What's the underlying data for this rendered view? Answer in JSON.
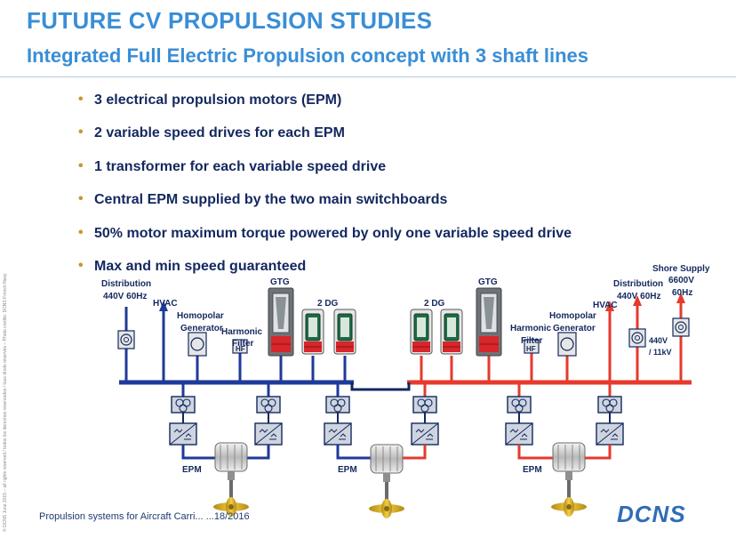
{
  "title": "FUTURE CV PROPULSION STUDIES",
  "subtitle": "Integrated Full Electric Propulsion concept with 3 shaft lines",
  "bullets": [
    "3 electrical propulsion motors (EPM)",
    "2 variable speed drives for each EPM",
    "1 transformer for each variable speed drive",
    "Central EPM supplied by the two main switchboards",
    "50% motor maximum torque powered by only one variable speed drive",
    "Max and min speed guaranteed"
  ],
  "diagram": {
    "left_side": {
      "distribution": "Distribution",
      "distribution_voltage": "440V 60Hz",
      "hvac": "HVAC",
      "homopolar": "Homopolar",
      "generator": "Generator",
      "harmonic": "Harmonic",
      "filter": "Filter",
      "hf": "HF",
      "gtg": "GTG",
      "dg": "2 DG",
      "epm": "EPM"
    },
    "right_side": {
      "gtg": "GTG",
      "dg": "2 DG",
      "harmonic": "Harmonic",
      "filter": "Filter",
      "hf": "HF",
      "homopolar": "Homopolar",
      "generator": "Generator",
      "hvac": "HVAC",
      "distribution": "Distribution",
      "distribution_voltage": "440V 60Hz",
      "transformer_rating_1": "440V",
      "transformer_rating_2": "/ 11kV",
      "shore_supply": "Shore Supply",
      "shore_voltage": "6600V",
      "shore_freq": "60Hz",
      "epm": "EPM"
    },
    "center": {
      "epm": "EPM"
    }
  },
  "footer": "Propulsion systems for Aircraft Carri... ...18/2016",
  "side_copyright": "© DCNS June 2015 – all rights reserved / todos los derechos reservados / tous droits réservés – Photo credits: DCNS French Navy",
  "logo": "DCNS",
  "colors": {
    "title": "#3a8ed6",
    "bullet_text": "#13285f",
    "bullet_mark": "#c8962d",
    "left_bus": "#1f3a9a",
    "right_bus": "#e53a2e",
    "logo": "#2f6db5"
  }
}
